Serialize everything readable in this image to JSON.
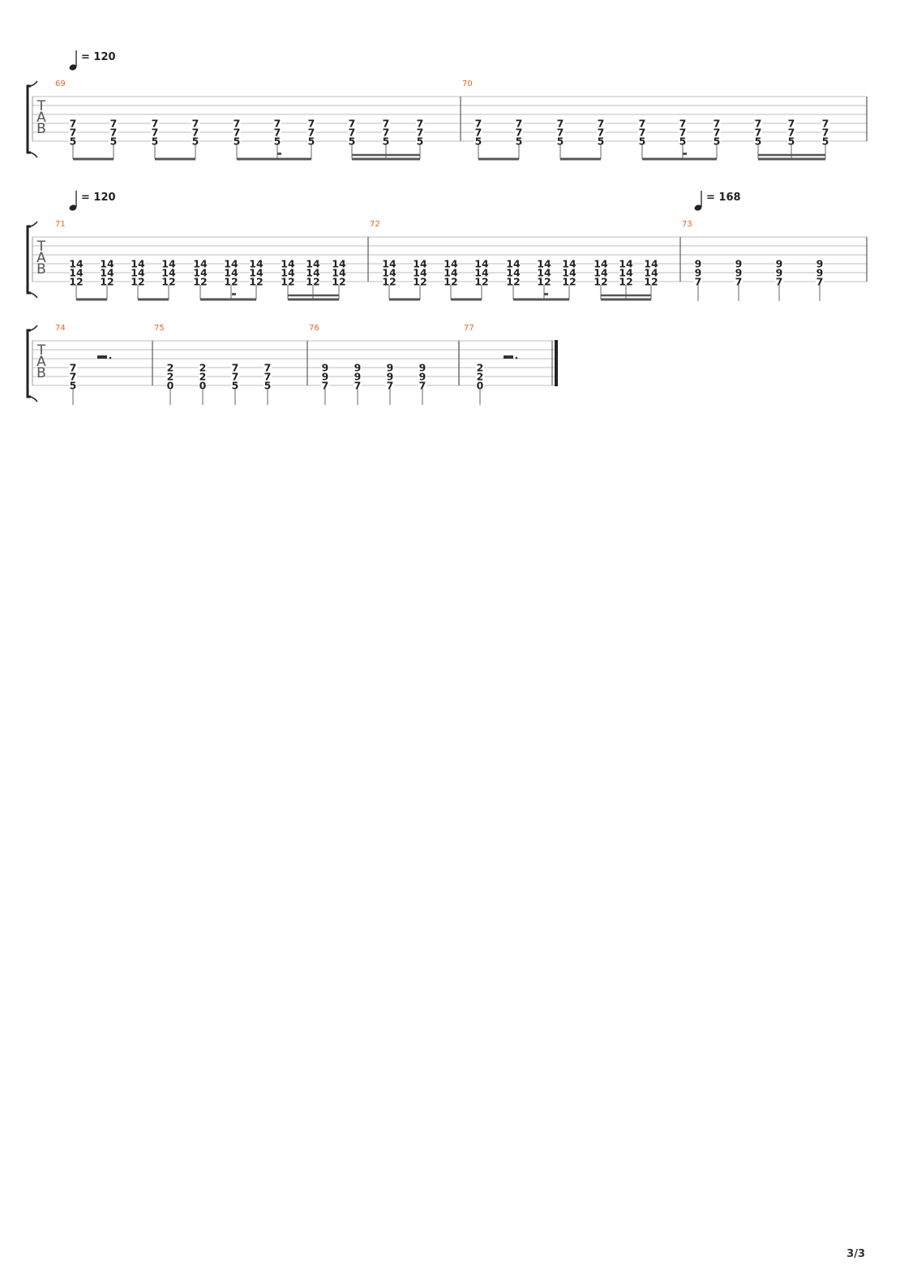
{
  "page": {
    "number": "3/3"
  },
  "tab_clef": [
    "T",
    "A",
    "B"
  ],
  "systems": [
    {
      "tempos": [
        {
          "bpm": "120"
        }
      ],
      "measures": [
        {
          "number": "69",
          "beams": [
            [
              0,
              1
            ],
            [
              2,
              3
            ],
            [
              4,
              6
            ],
            [
              7,
              9
            ]
          ],
          "notes": [
            [
              "7",
              "7",
              "5"
            ],
            [
              "7",
              "7",
              "5"
            ],
            [
              "7",
              "7",
              "5"
            ],
            [
              "7",
              "7",
              "5"
            ],
            [
              "7",
              "7",
              "5"
            ],
            [
              "7",
              "7",
              "5"
            ],
            [
              "7",
              "7",
              "5"
            ],
            [
              "7",
              "7",
              "5"
            ],
            [
              "7",
              "7",
              "5"
            ],
            [
              "7",
              "7",
              "5"
            ]
          ],
          "rests": [
            5
          ]
        },
        {
          "number": "70",
          "beams": [
            [
              0,
              1
            ],
            [
              2,
              3
            ],
            [
              4,
              6
            ],
            [
              7,
              9
            ]
          ],
          "notes": [
            [
              "7",
              "7",
              "5"
            ],
            [
              "7",
              "7",
              "5"
            ],
            [
              "7",
              "7",
              "5"
            ],
            [
              "7",
              "7",
              "5"
            ],
            [
              "7",
              "7",
              "5"
            ],
            [
              "7",
              "7",
              "5"
            ],
            [
              "7",
              "7",
              "5"
            ],
            [
              "7",
              "7",
              "5"
            ],
            [
              "7",
              "7",
              "5"
            ],
            [
              "7",
              "7",
              "5"
            ]
          ],
          "rests": [
            5
          ]
        }
      ]
    },
    {
      "tempos": [
        {
          "bpm": "120"
        },
        {
          "bpm": "168"
        }
      ],
      "measures": [
        {
          "number": "71",
          "beams": [
            [
              0,
              1
            ],
            [
              2,
              3
            ],
            [
              4,
              6
            ],
            [
              7,
              9
            ]
          ],
          "notes": [
            [
              "14",
              "14",
              "12"
            ],
            [
              "14",
              "14",
              "12"
            ],
            [
              "14",
              "14",
              "12"
            ],
            [
              "14",
              "14",
              "12"
            ],
            [
              "14",
              "14",
              "12"
            ],
            [
              "14",
              "14",
              "12"
            ],
            [
              "14",
              "14",
              "12"
            ],
            [
              "14",
              "14",
              "12"
            ],
            [
              "14",
              "14",
              "12"
            ],
            [
              "14",
              "14",
              "12"
            ]
          ],
          "rests": [
            5
          ]
        },
        {
          "number": "72",
          "beams": [
            [
              0,
              1
            ],
            [
              2,
              3
            ],
            [
              4,
              6
            ],
            [
              7,
              9
            ]
          ],
          "notes": [
            [
              "14",
              "14",
              "12"
            ],
            [
              "14",
              "14",
              "12"
            ],
            [
              "14",
              "14",
              "12"
            ],
            [
              "14",
              "14",
              "12"
            ],
            [
              "14",
              "14",
              "12"
            ],
            [
              "14",
              "14",
              "12"
            ],
            [
              "14",
              "14",
              "12"
            ],
            [
              "14",
              "14",
              "12"
            ],
            [
              "14",
              "14",
              "12"
            ],
            [
              "14",
              "14",
              "12"
            ]
          ],
          "rests": [
            5
          ]
        },
        {
          "number": "73",
          "beams": [],
          "notes": [
            [
              "9",
              "9",
              "7"
            ],
            [
              "9",
              "9",
              "7"
            ],
            [
              "9",
              "9",
              "7"
            ],
            [
              "9",
              "9",
              "7"
            ]
          ],
          "rests": []
        }
      ]
    },
    {
      "tempos": [],
      "measures": [
        {
          "number": "74",
          "beams": [],
          "notes": [
            [
              "7",
              "7",
              "5"
            ]
          ],
          "rests": [],
          "whole_rest": true
        },
        {
          "number": "75",
          "beams": [],
          "notes": [
            [
              "2",
              "2",
              "0"
            ],
            [
              "2",
              "2",
              "0"
            ],
            [
              "7",
              "7",
              "5"
            ],
            [
              "7",
              "7",
              "5"
            ]
          ],
          "rests": []
        },
        {
          "number": "76",
          "beams": [],
          "notes": [
            [
              "9",
              "9",
              "7"
            ],
            [
              "9",
              "9",
              "7"
            ],
            [
              "9",
              "9",
              "7"
            ],
            [
              "9",
              "9",
              "7"
            ]
          ],
          "rests": []
        },
        {
          "number": "77",
          "beams": [],
          "notes": [
            [
              "2",
              "2",
              "0"
            ]
          ],
          "rests": [],
          "whole_rest": true
        }
      ]
    }
  ]
}
